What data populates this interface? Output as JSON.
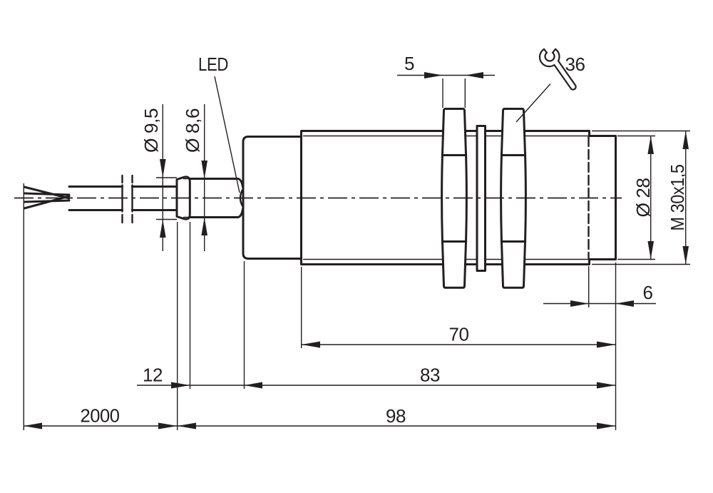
{
  "drawing": {
    "type": "technical-dimension-drawing",
    "subject": "cylindrical M30 sensor with cable, side view",
    "colors": {
      "line": "#231f20",
      "background": "#ffffff"
    },
    "labels": {
      "led": "LED",
      "gland_diameter": "Ø 9,5",
      "stem_diameter": "Ø 8,6",
      "nut_width": "5",
      "wrench_size": "36",
      "body_diameter": "Ø 28",
      "thread": "M 30x1,5",
      "end_offset": "6",
      "thread_length": "70",
      "housing_length": "83",
      "stem_length": "12",
      "total_length": "98",
      "cable_length": "2000"
    },
    "icons": [
      "wrench-icon"
    ]
  }
}
